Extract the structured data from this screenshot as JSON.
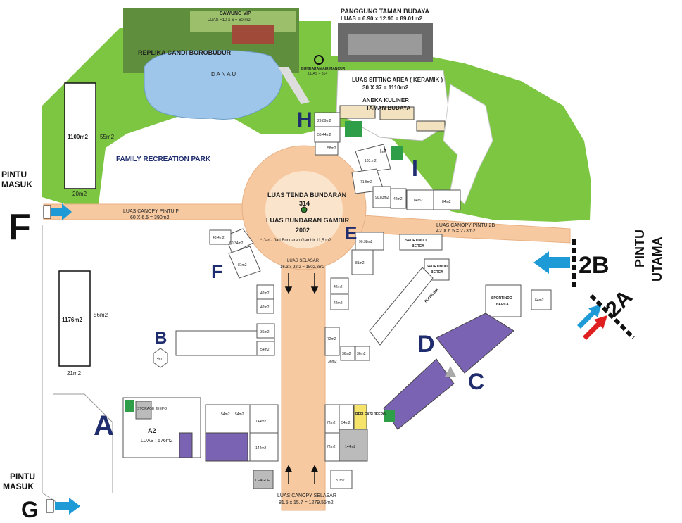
{
  "colors": {
    "grass": "#7cc642",
    "canopy": "#f7c9a0",
    "lake": "#9ec6ea",
    "zone_letter": "#1f2d6e",
    "purple_block": "#7b63b3",
    "arrow_blue": "#1e9ad6",
    "arrow_red": "#e02020",
    "toilet": "#2e9e48"
  },
  "top": {
    "sawung_vip": "SAWUNG VIP",
    "sawung_luas": "LUAS =10 x 6 = 60 m2",
    "replika": "REPLIKA CANDI BOROBUDUR",
    "danau": "D A N A U",
    "bundaran_air": "BUNDARAN AIR MANCUR",
    "bundaran_air_luas": "LUAS = 314",
    "panggung": "PANGGUNG TAMAN BUDAYA",
    "panggung_luas": "LUAS = 6.90 x 12.90 = 89.01m2",
    "sitting_area": "LUAS SITTING AREA ( KERAMIK )",
    "sitting_luas": "30 X 37 = 1110m2",
    "kuliner1": "ANEKA KULINER",
    "kuliner2": "TAMAN BUDAYA"
  },
  "left": {
    "area1100": "1100m2",
    "area55": "55m2",
    "area20": "20m2",
    "area1176": "1176m2",
    "area56": "56m2",
    "area21": "21m2",
    "family_park": "FAMILY RECREATION PARK"
  },
  "gates": {
    "pintu_masuk_f_1": "PINTU",
    "pintu_masuk_f_2": "MASUK",
    "f": "F",
    "pintu_masuk_g_1": "PINTU",
    "pintu_masuk_g_2": "MASUK",
    "g": "G",
    "pintu_utama_1": "PINTU",
    "pintu_utama_2": "UTAMA",
    "two_b": "2B",
    "two_a": "2A"
  },
  "center": {
    "tenda": "LUAS TENDA BUNDARAN",
    "tenda_val": "314",
    "gambir": "LUAS BUNDARAN GAMBIR",
    "gambir_val": "2002",
    "jari": "* Jari - Jari Bundaran Gambir 11,5 m2",
    "canopy_f1": "LUAS CANOPY PINTU F",
    "canopy_f2": "60 X 6.5 = 390m2",
    "canopy_2b1": "LUAS CANOPY PINTU 2B",
    "canopy_2b2": "42 X 6.5 = 273m2",
    "selasar1": "LUAS SELASAR",
    "selasar2": "16.3 x 92.2 = 1502.8m2",
    "canopy_sel1": "LUAS CANOPY SELASAR",
    "canopy_sel2": "81.5 x 15.7 = 1279.55m2"
  },
  "zones": {
    "a": "A",
    "b": "B",
    "c": "C",
    "d": "D",
    "e": "E",
    "f": "F",
    "h": "H",
    "i": "I",
    "i8": "I-8",
    "a2": "A2",
    "a2_luas": "LUAS : 576m2"
  },
  "blocks": {
    "h1": "29.89m2",
    "h2": "56.44m2",
    "h3": "58m2",
    "i1": "103.m2",
    "i2": "71.5m2",
    "i3": "90.83m2",
    "i4": "42m2",
    "i5": "84m2",
    "i6": "84m2",
    "e1": "90.38m2",
    "e2": "81m2",
    "e3": "42m2",
    "e4": "42m2",
    "f1": "60.34m2",
    "f2": "48.4m2",
    "f3": "81m2",
    "f4": "42m2",
    "f5": "42m2",
    "b1": "36m2",
    "b2": "54m2",
    "b3": "4m",
    "a1": "54m2",
    "a3": "54m2",
    "a4": "144m2",
    "a5": "144m2",
    "league": "LEAGUE",
    "c1": "72m2",
    "c2": "54m2",
    "c3": "72m2",
    "c4": "144m2",
    "c5": "81m2",
    "d1": "72m2",
    "d2": "36m2",
    "d3": "36m2",
    "d4": "36m2",
    "d5": "64m2",
    "sportindo1": "SPORTINDO",
    "sportindo1b": "BERCA",
    "sportindo2": "SPORTINDO",
    "sportindo2b": "BERCA",
    "sportindo3": "SPORTINDO",
    "sportindo3b": "BERCA",
    "refleksi": "REFLEKSI JEEPO",
    "storage": "STORAGE JEEPO",
    "pourlink": "POURLINK"
  }
}
